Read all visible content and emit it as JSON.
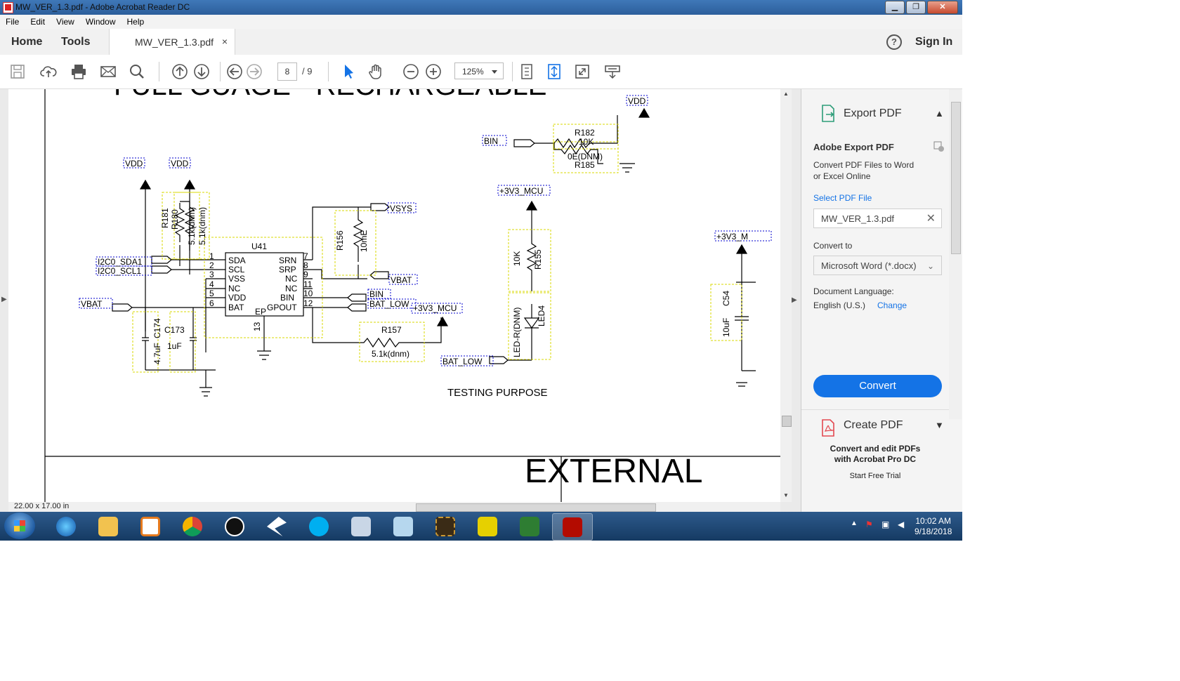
{
  "window": {
    "title": "MW_VER_1.3.pdf - Adobe Acrobat Reader DC",
    "controls": {
      "minimize": "▁",
      "maximize": "❐",
      "close": "✕"
    }
  },
  "menu": [
    "File",
    "Edit",
    "View",
    "Window",
    "Help"
  ],
  "tabs": {
    "home": "Home",
    "tools": "Tools",
    "document": "MW_VER_1.3.pdf",
    "close": "×",
    "help": "?",
    "sign_in": "Sign In"
  },
  "toolbar": {
    "page_current": "8",
    "page_total": "/ 9",
    "zoom": "125%",
    "icons": [
      "save-icon",
      "upload-icon",
      "print-icon",
      "email-icon",
      "search-icon",
      "page-up-icon",
      "page-down-icon",
      "back-icon",
      "forward-icon",
      "select-cursor-icon",
      "hand-icon",
      "zoom-out-icon",
      "zoom-in-icon",
      "fit-page-icon",
      "scroll-mode-icon",
      "fullscreen-icon",
      "read-mode-icon"
    ]
  },
  "document": {
    "page_size": "22.00 x 17.00 in",
    "schematic": {
      "top_title": "FULL GUAGE - RECHARGEABLE",
      "bottom_title": "EXTERNAL",
      "testing_label": "TESTING PURPOSE",
      "ic_label": "U41",
      "ic_pins_left": [
        "SDA",
        "SCL",
        "VSS",
        "NC",
        "VDD",
        "BAT"
      ],
      "ic_pin_nums_left": [
        "1",
        "2",
        "3",
        "4",
        "5",
        "6"
      ],
      "ic_pins_right": [
        "SRN",
        "SRP",
        "NC",
        "NC",
        "BIN",
        "GPOUT"
      ],
      "ic_pin_nums_right": [
        "7",
        "8",
        "9",
        "11",
        "10",
        "12"
      ],
      "ic_ep": "EP",
      "ic_pin13": "13",
      "nets": {
        "vdd": "VDD",
        "vsys": "VSYS",
        "vbat": "VBAT",
        "bin": "BIN",
        "bat_low": "BAT_LOW",
        "v3v3_mcu": "+3V3_MCU",
        "i2c_sda": "I2C0_SDA1",
        "i2c_scl": "I2C0_SCL1",
        "v3v3_m": "+3V3_M"
      },
      "components": {
        "r181": "R181",
        "r180": "R180",
        "r181_val": "5.1k(dnm)",
        "r180_val": "5.1k(dnm)",
        "r156": "R156",
        "r156_val": "10mE",
        "r157": "R157",
        "r157_val": "5.1k(dnm)",
        "r182": "R182",
        "r182_val": "10K",
        "r185": "R185",
        "r185_val": "0E(DNM)",
        "r155": "R155",
        "r155_val": "10K",
        "led4": "LED4",
        "led4_val": "LED-R(DNM)",
        "c174": "C174",
        "c174_val": "4.7uF",
        "c173": "C173",
        "c173_val": "1uF",
        "c54": "C54",
        "c54_val": "10uF"
      }
    }
  },
  "export_pane": {
    "title": "Export PDF",
    "heading": "Adobe Export PDF",
    "description_line1": "Convert PDF Files to Word",
    "description_line2": "or Excel Online",
    "select_label": "Select PDF File",
    "selected_file": "MW_VER_1.3.pdf",
    "convert_to_label": "Convert to",
    "convert_to_value": "Microsoft Word (*.docx)",
    "language_label": "Document Language:",
    "language_value": "English (U.S.)",
    "change_link": "Change",
    "convert_button": "Convert",
    "create_pdf": "Create PDF",
    "promo_line1": "Convert and edit PDFs",
    "promo_line2": "with Acrobat Pro DC",
    "trial_link": "Start Free Trial"
  },
  "taskbar": {
    "apps": [
      "internet-explorer",
      "file-explorer",
      "media-player",
      "chrome",
      "app-m",
      "app-arrow",
      "skype",
      "calculator",
      "notepad",
      "chip-app",
      "chip-app-2",
      "vs-app",
      "acrobat-reader"
    ],
    "time": "10:02 AM",
    "date": "9/18/2018",
    "colors": {
      "accent": "#1473e6",
      "schematic_label_box": "#0000cc",
      "schematic_highlight": "#e5e500"
    }
  }
}
